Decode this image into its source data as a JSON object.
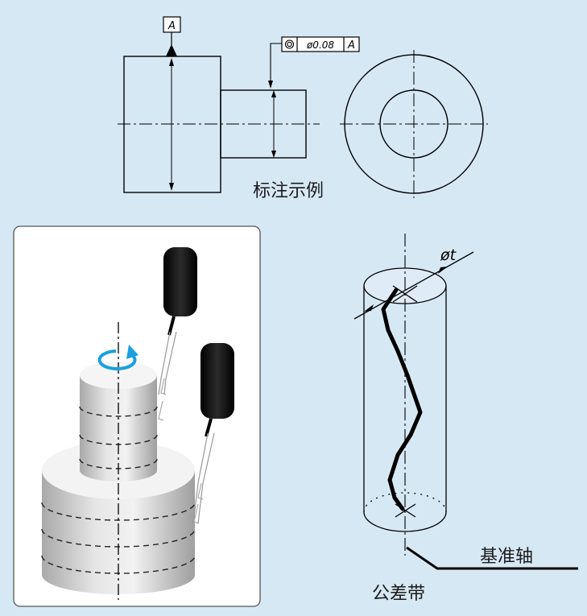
{
  "drawing": {
    "datum_letter": "A",
    "fcf": {
      "symbol": "concentricity-symbol",
      "tolerance": "ø0.08",
      "datum": "A"
    },
    "caption": "标注示例"
  },
  "zone": {
    "diameter_label": "øt",
    "axis_label": "基准轴",
    "zone_label": "公差带"
  },
  "colors": {
    "background": "#d7e8f5",
    "panel": "#ffffff",
    "rotation_arrow": "#1aa0e0",
    "probe": "#1a1a1a"
  }
}
